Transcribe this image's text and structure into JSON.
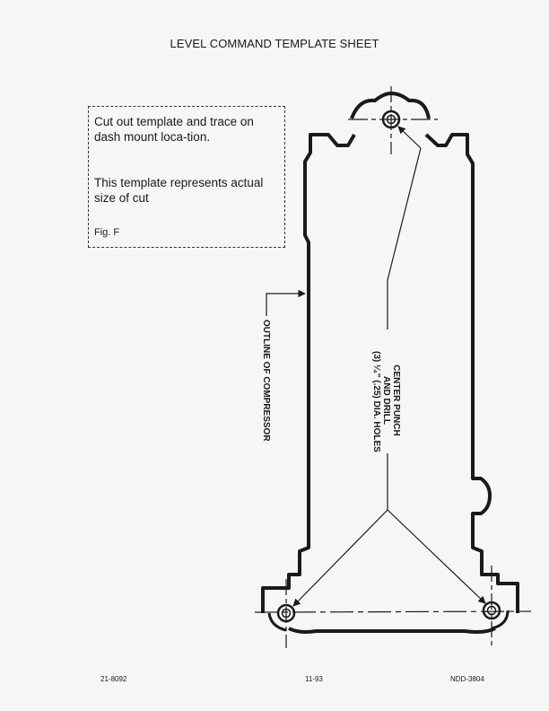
{
  "title": "LEVEL COMMAND TEMPLATE SHEET",
  "instructions": {
    "paragraph1": "Cut out template and trace on dash mount loca-tion.",
    "paragraph2": "This template represents actual size of cut",
    "figure": "Fig. F"
  },
  "labels": {
    "outline": "OUTLINE OF COMPRESSOR",
    "center_line1": "CENTER PUNCH",
    "center_line2": "AND DRILL",
    "center_line3": "(3) ¹⁄₄\" (.25) DIA. HOLES"
  },
  "footer": {
    "left": "21-8092",
    "middle": "11-93",
    "right": "NDD-3804"
  }
}
